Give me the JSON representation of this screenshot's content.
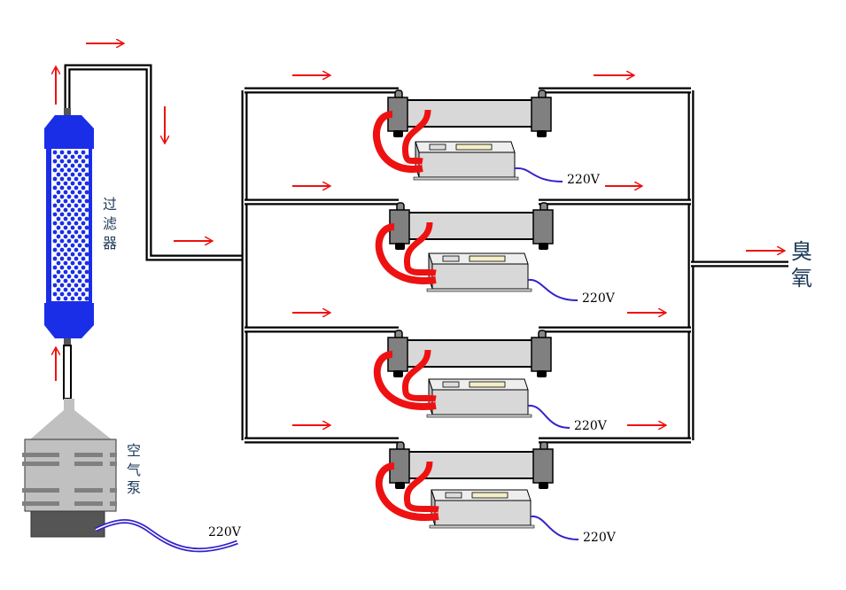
{
  "labels": {
    "filter": [
      "过",
      "滤",
      "器"
    ],
    "pump": [
      "空",
      "气",
      "泵"
    ],
    "output": [
      "臭",
      "氧"
    ],
    "pump_voltage": "220V"
  },
  "generators": [
    {
      "voltage": "220V"
    },
    {
      "voltage": "220V"
    },
    {
      "voltage": "220V"
    },
    {
      "voltage": "220V"
    }
  ],
  "colors": {
    "arrow": "#ee1111",
    "filter": "#1a2ee8",
    "cable": "#ee1111",
    "wire": "#3322cc",
    "tube": "#d8d8d8",
    "cap": "#808080",
    "pump_body": "#c0c0c0",
    "pump_base": "#555555"
  }
}
